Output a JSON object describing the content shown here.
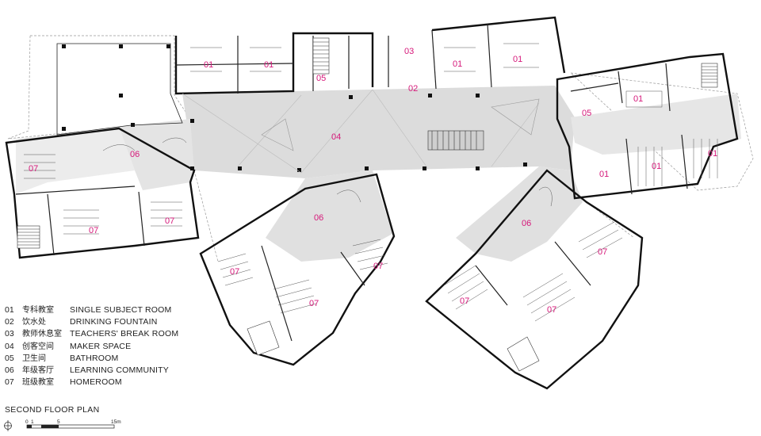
{
  "plan_title": "SECOND FLOOR PLAN",
  "legend": [
    {
      "num": "01",
      "zh": "专科教室",
      "en": "SINGLE SUBJECT ROOM"
    },
    {
      "num": "02",
      "zh": "饮水处",
      "en": "DRINKING FOUNTAIN"
    },
    {
      "num": "03",
      "zh": "教师休息室",
      "en": "TEACHERS' BREAK ROOM"
    },
    {
      "num": "04",
      "zh": "创客空间",
      "en": "MAKER SPACE"
    },
    {
      "num": "05",
      "zh": "卫生间",
      "en": "BATHROOM"
    },
    {
      "num": "06",
      "zh": "年级客厅",
      "en": "LEARNING COMMUNITY"
    },
    {
      "num": "07",
      "zh": "班级教室",
      "en": "HOMEROOM"
    }
  ],
  "scale_bar": {
    "labels": [
      "0",
      "1",
      "5",
      "15m"
    ]
  },
  "room_labels": {
    "r01a": "01",
    "r01b": "01",
    "r01c": "01",
    "r01d": "01",
    "r01e": "01",
    "r01f": "01",
    "r01g": "01",
    "r01h": "01",
    "r02": "02",
    "r03": "03",
    "r04": "04",
    "r05a": "05",
    "r05b": "05",
    "r06a": "06",
    "r06b": "06",
    "r06c": "06",
    "r07a": "07",
    "r07b": "07",
    "r07c": "07",
    "r07d": "07",
    "r07e": "07",
    "r07f": "07",
    "r07g": "07"
  },
  "colors": {
    "label": "#d6187a",
    "wall": "#111111",
    "circulation": "#dcdcdc",
    "room_fill": "#ffffff"
  }
}
